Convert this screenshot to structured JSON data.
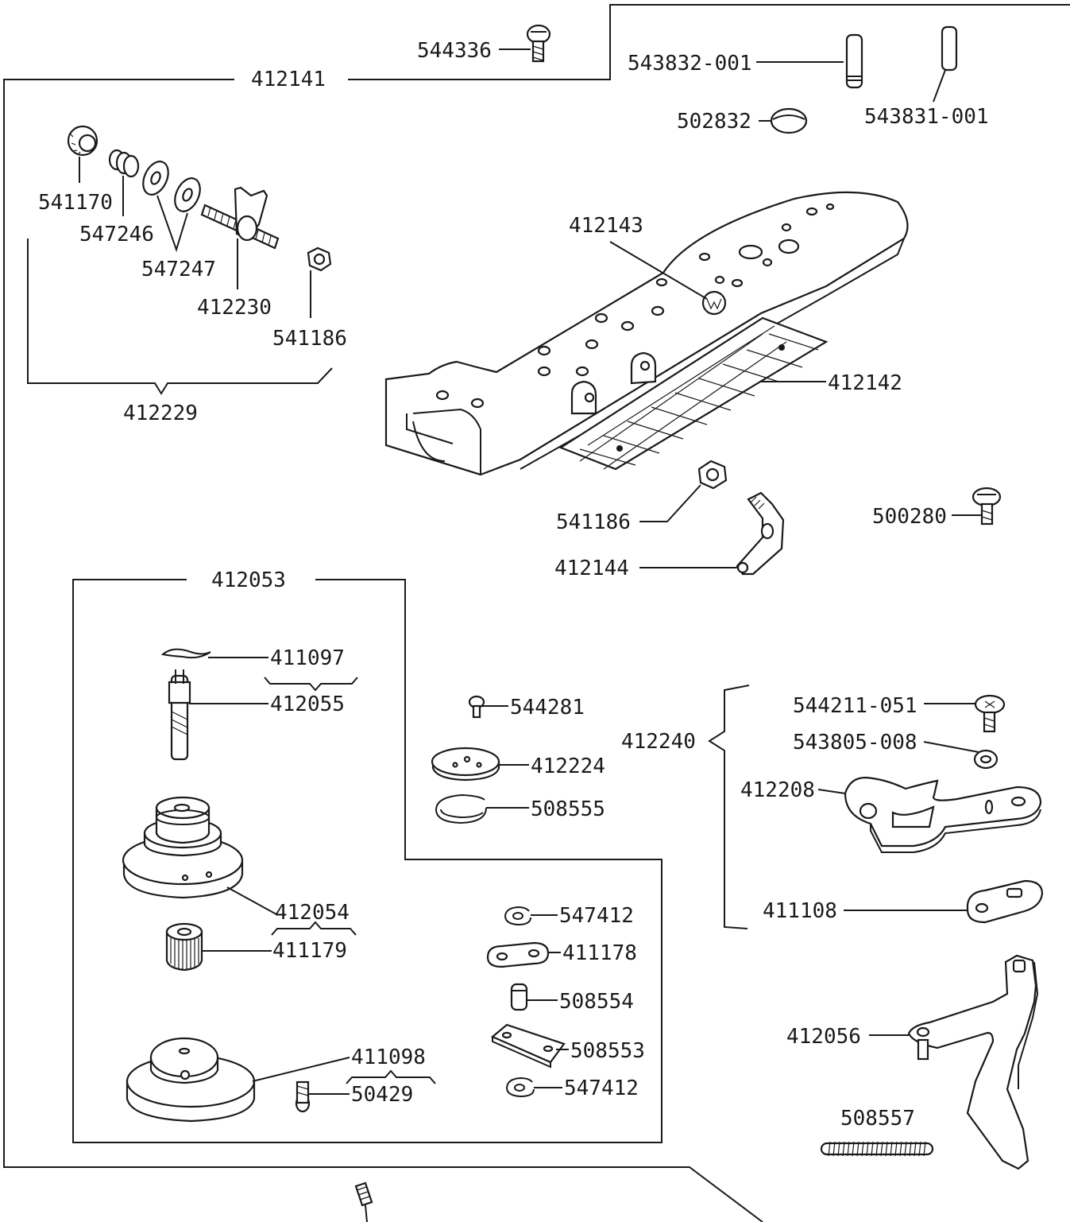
{
  "labels": {
    "p544336": "544336",
    "p412141": "412141",
    "p543832_001": "543832-001",
    "p543831_001": "543831-001",
    "p502832": "502832",
    "p541170": "541170",
    "p547246": "547246",
    "p547247": "547247",
    "p412230": "412230",
    "p541186_top": "541186",
    "p412229": "412229",
    "p412143": "412143",
    "p412142": "412142",
    "p541186_mid": "541186",
    "p412144": "412144",
    "p500280": "500280",
    "p412053": "412053",
    "p411097": "411097",
    "p412055": "412055",
    "p544281": "544281",
    "p412224": "412224",
    "p508555": "508555",
    "p412240": "412240",
    "p544211_051": "544211-051",
    "p543805_008": "543805-008",
    "p412208": "412208",
    "p411108": "411108",
    "p412054": "412054",
    "p411179": "411179",
    "p547412_a": "547412",
    "p411178": "411178",
    "p508554": "508554",
    "p508553": "508553",
    "p547412_b": "547412",
    "p411098": "411098",
    "p50429": "50429",
    "p412056": "412056",
    "p508557": "508557"
  }
}
